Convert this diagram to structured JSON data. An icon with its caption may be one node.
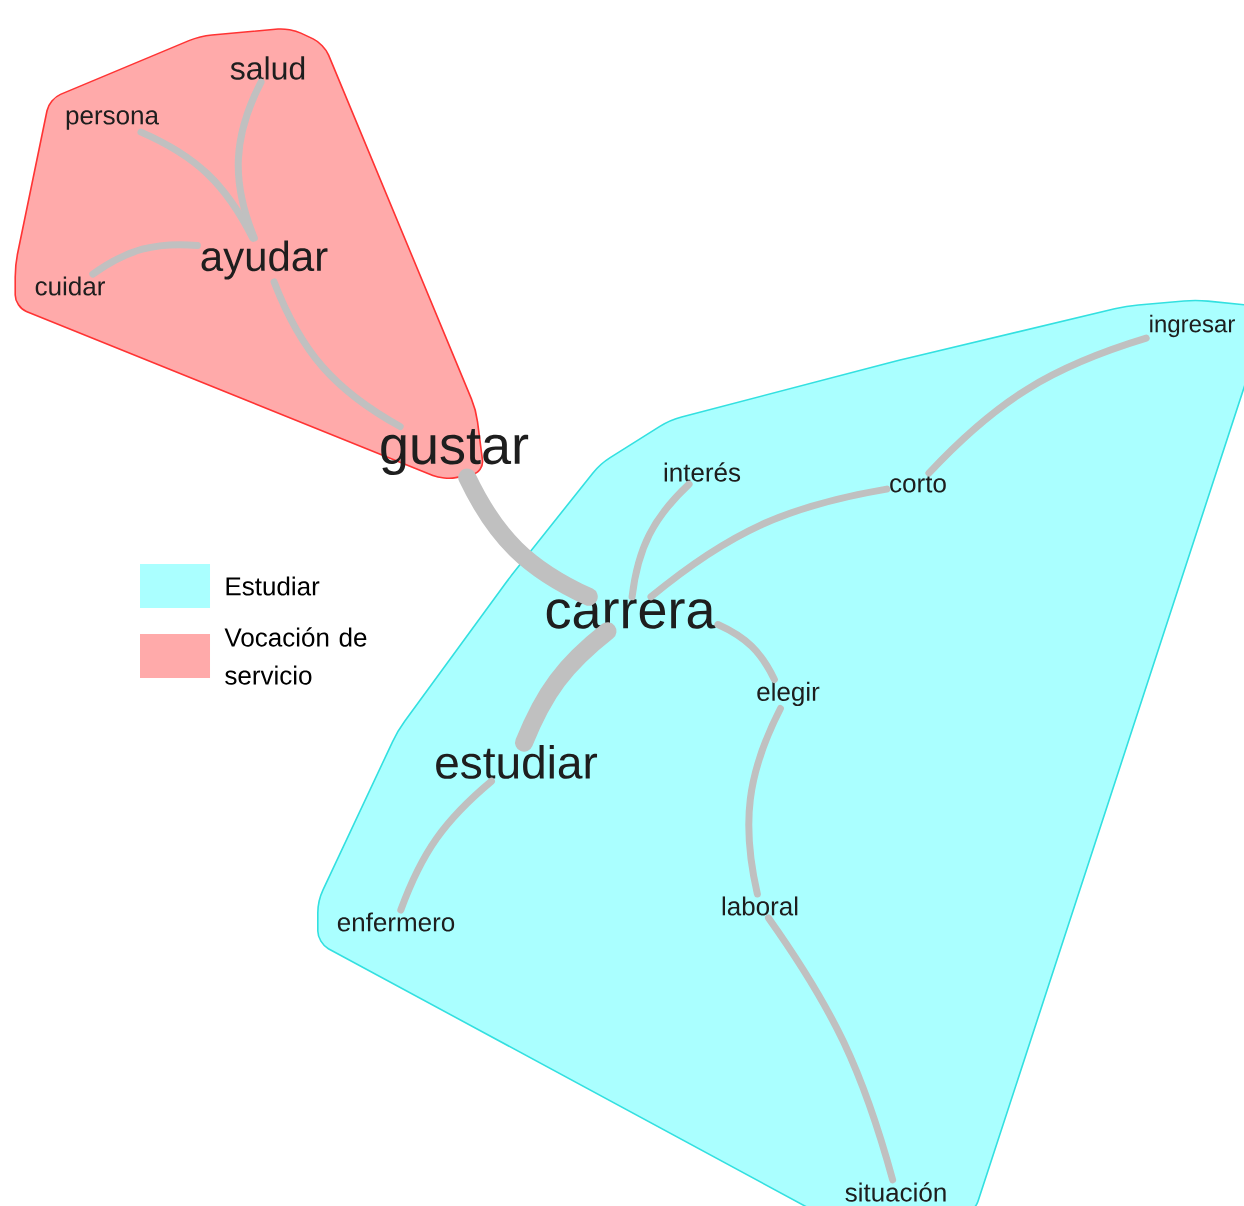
{
  "diagram": {
    "nodes": [
      {
        "text": [],
        "shape": "polygon"
      },
      {
        "text": [
          "salud"
        ],
        "in": 0
      },
      {
        "text": [
          "persona"
        ],
        "in": 0
      },
      {
        "text": [
          "ayudar"
        ],
        "in": 0
      },
      {
        "text": [
          "cuidar"
        ],
        "in": 0
      },
      {
        "text": [
          "gustar"
        ]
      },
      {
        "text": [],
        "shape": "polygon"
      },
      {
        "text": [
          "ingresar"
        ],
        "in": 6
      },
      {
        "text": [
          "interés"
        ],
        "in": 6
      },
      {
        "text": [
          "corto"
        ],
        "in": 6
      },
      {
        "text": [
          "carrera"
        ],
        "in": 6
      },
      {
        "text": [
          "elegir"
        ],
        "in": 6
      },
      {
        "text": [
          "estudiar"
        ],
        "in": 6
      },
      {
        "text": [
          "laboral"
        ],
        "in": 6
      },
      {
        "text": [
          "enfermero"
        ],
        "in": 6
      },
      {
        "text": [
          "situación"
        ],
        "in": 6
      }
    ],
    "edges": [
      {
        "from": 1,
        "to": 3,
        "arrow": "none"
      },
      {
        "from": 2,
        "to": 3,
        "arrow": "none"
      },
      {
        "from": 4,
        "to": 3,
        "arrow": "none"
      },
      {
        "from": 3,
        "to": 5,
        "arrow": "none"
      },
      {
        "from": 5,
        "to": 10,
        "arrow": "none",
        "style": "thick"
      },
      {
        "from": 10,
        "to": 8,
        "arrow": "none"
      },
      {
        "from": 10,
        "to": 9,
        "arrow": "none"
      },
      {
        "from": 9,
        "to": 7,
        "arrow": "none"
      },
      {
        "from": 10,
        "to": 11,
        "arrow": "none"
      },
      {
        "from": 11,
        "to": 13,
        "arrow": "none"
      },
      {
        "from": 13,
        "to": 15,
        "arrow": "none"
      },
      {
        "from": 10,
        "to": 12,
        "arrow": "none",
        "style": "thick"
      },
      {
        "from": 12,
        "to": 14,
        "arrow": "none"
      }
    ],
    "legend": [
      {
        "text": "Estudiar",
        "color": "#aaffff"
      },
      {
        "text": "Vocación de servicio",
        "color": "#ffaaaa"
      }
    ]
  }
}
